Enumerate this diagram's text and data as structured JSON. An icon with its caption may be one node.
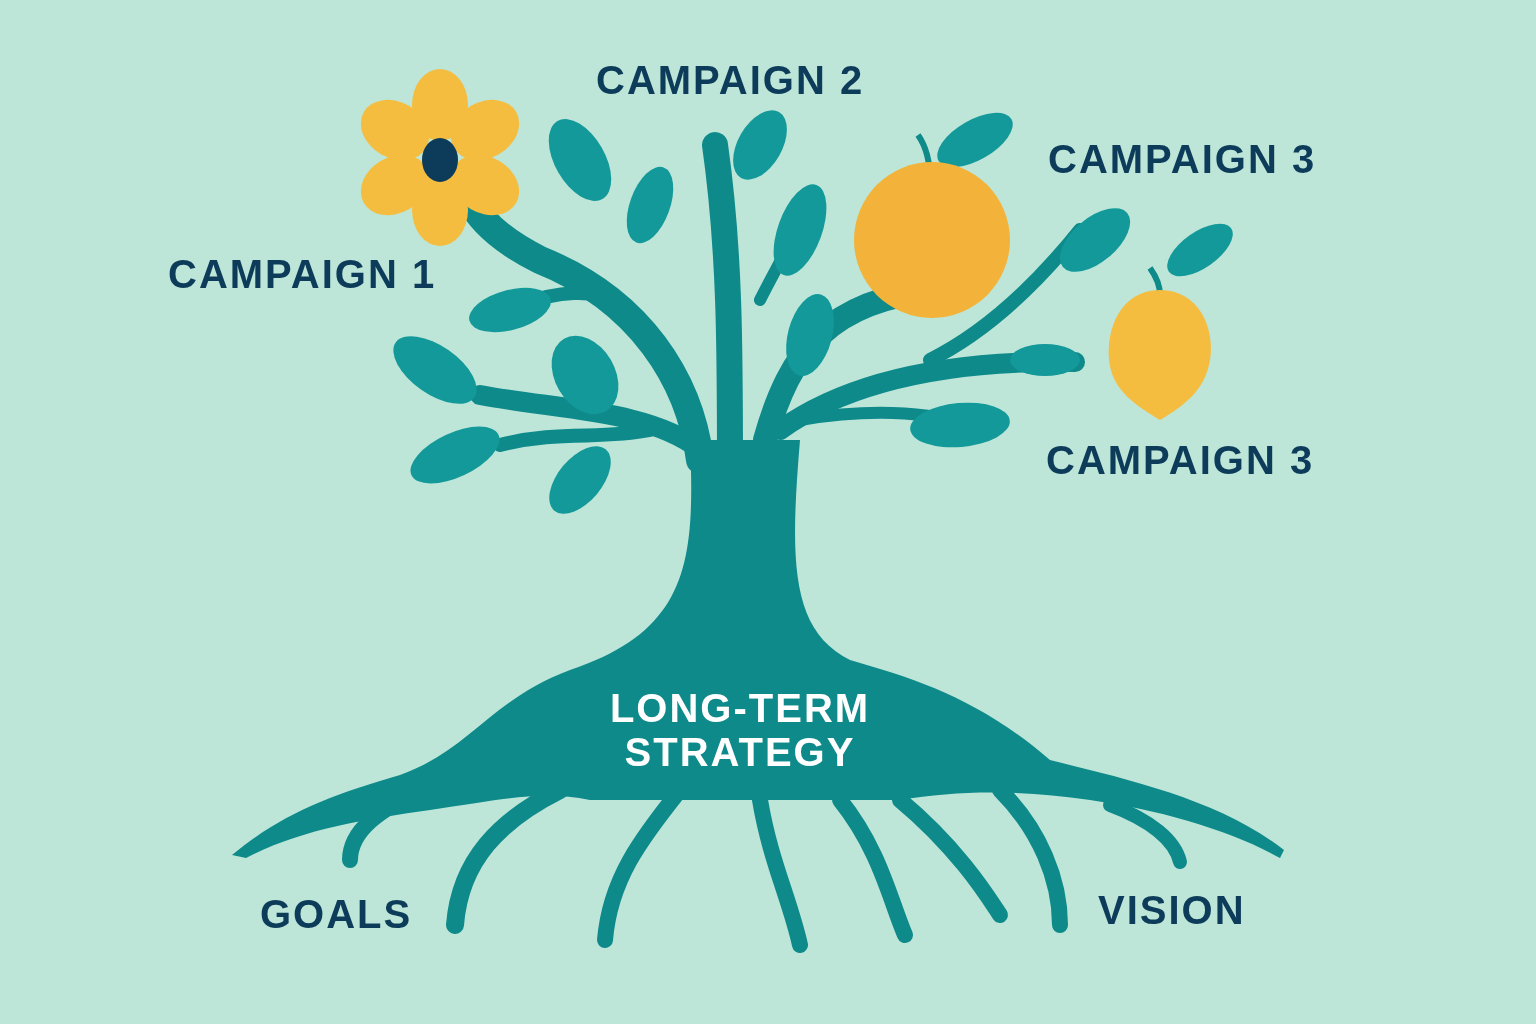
{
  "diagram": {
    "labels": [
      "CAMPAIGN 2",
      "CAMPAIGN 3",
      "CAMPAIGN 1",
      "CAMPAIGN 3",
      "LONG-TERM STRATEGY",
      "GOALS",
      "VISION"
    ]
  }
}
